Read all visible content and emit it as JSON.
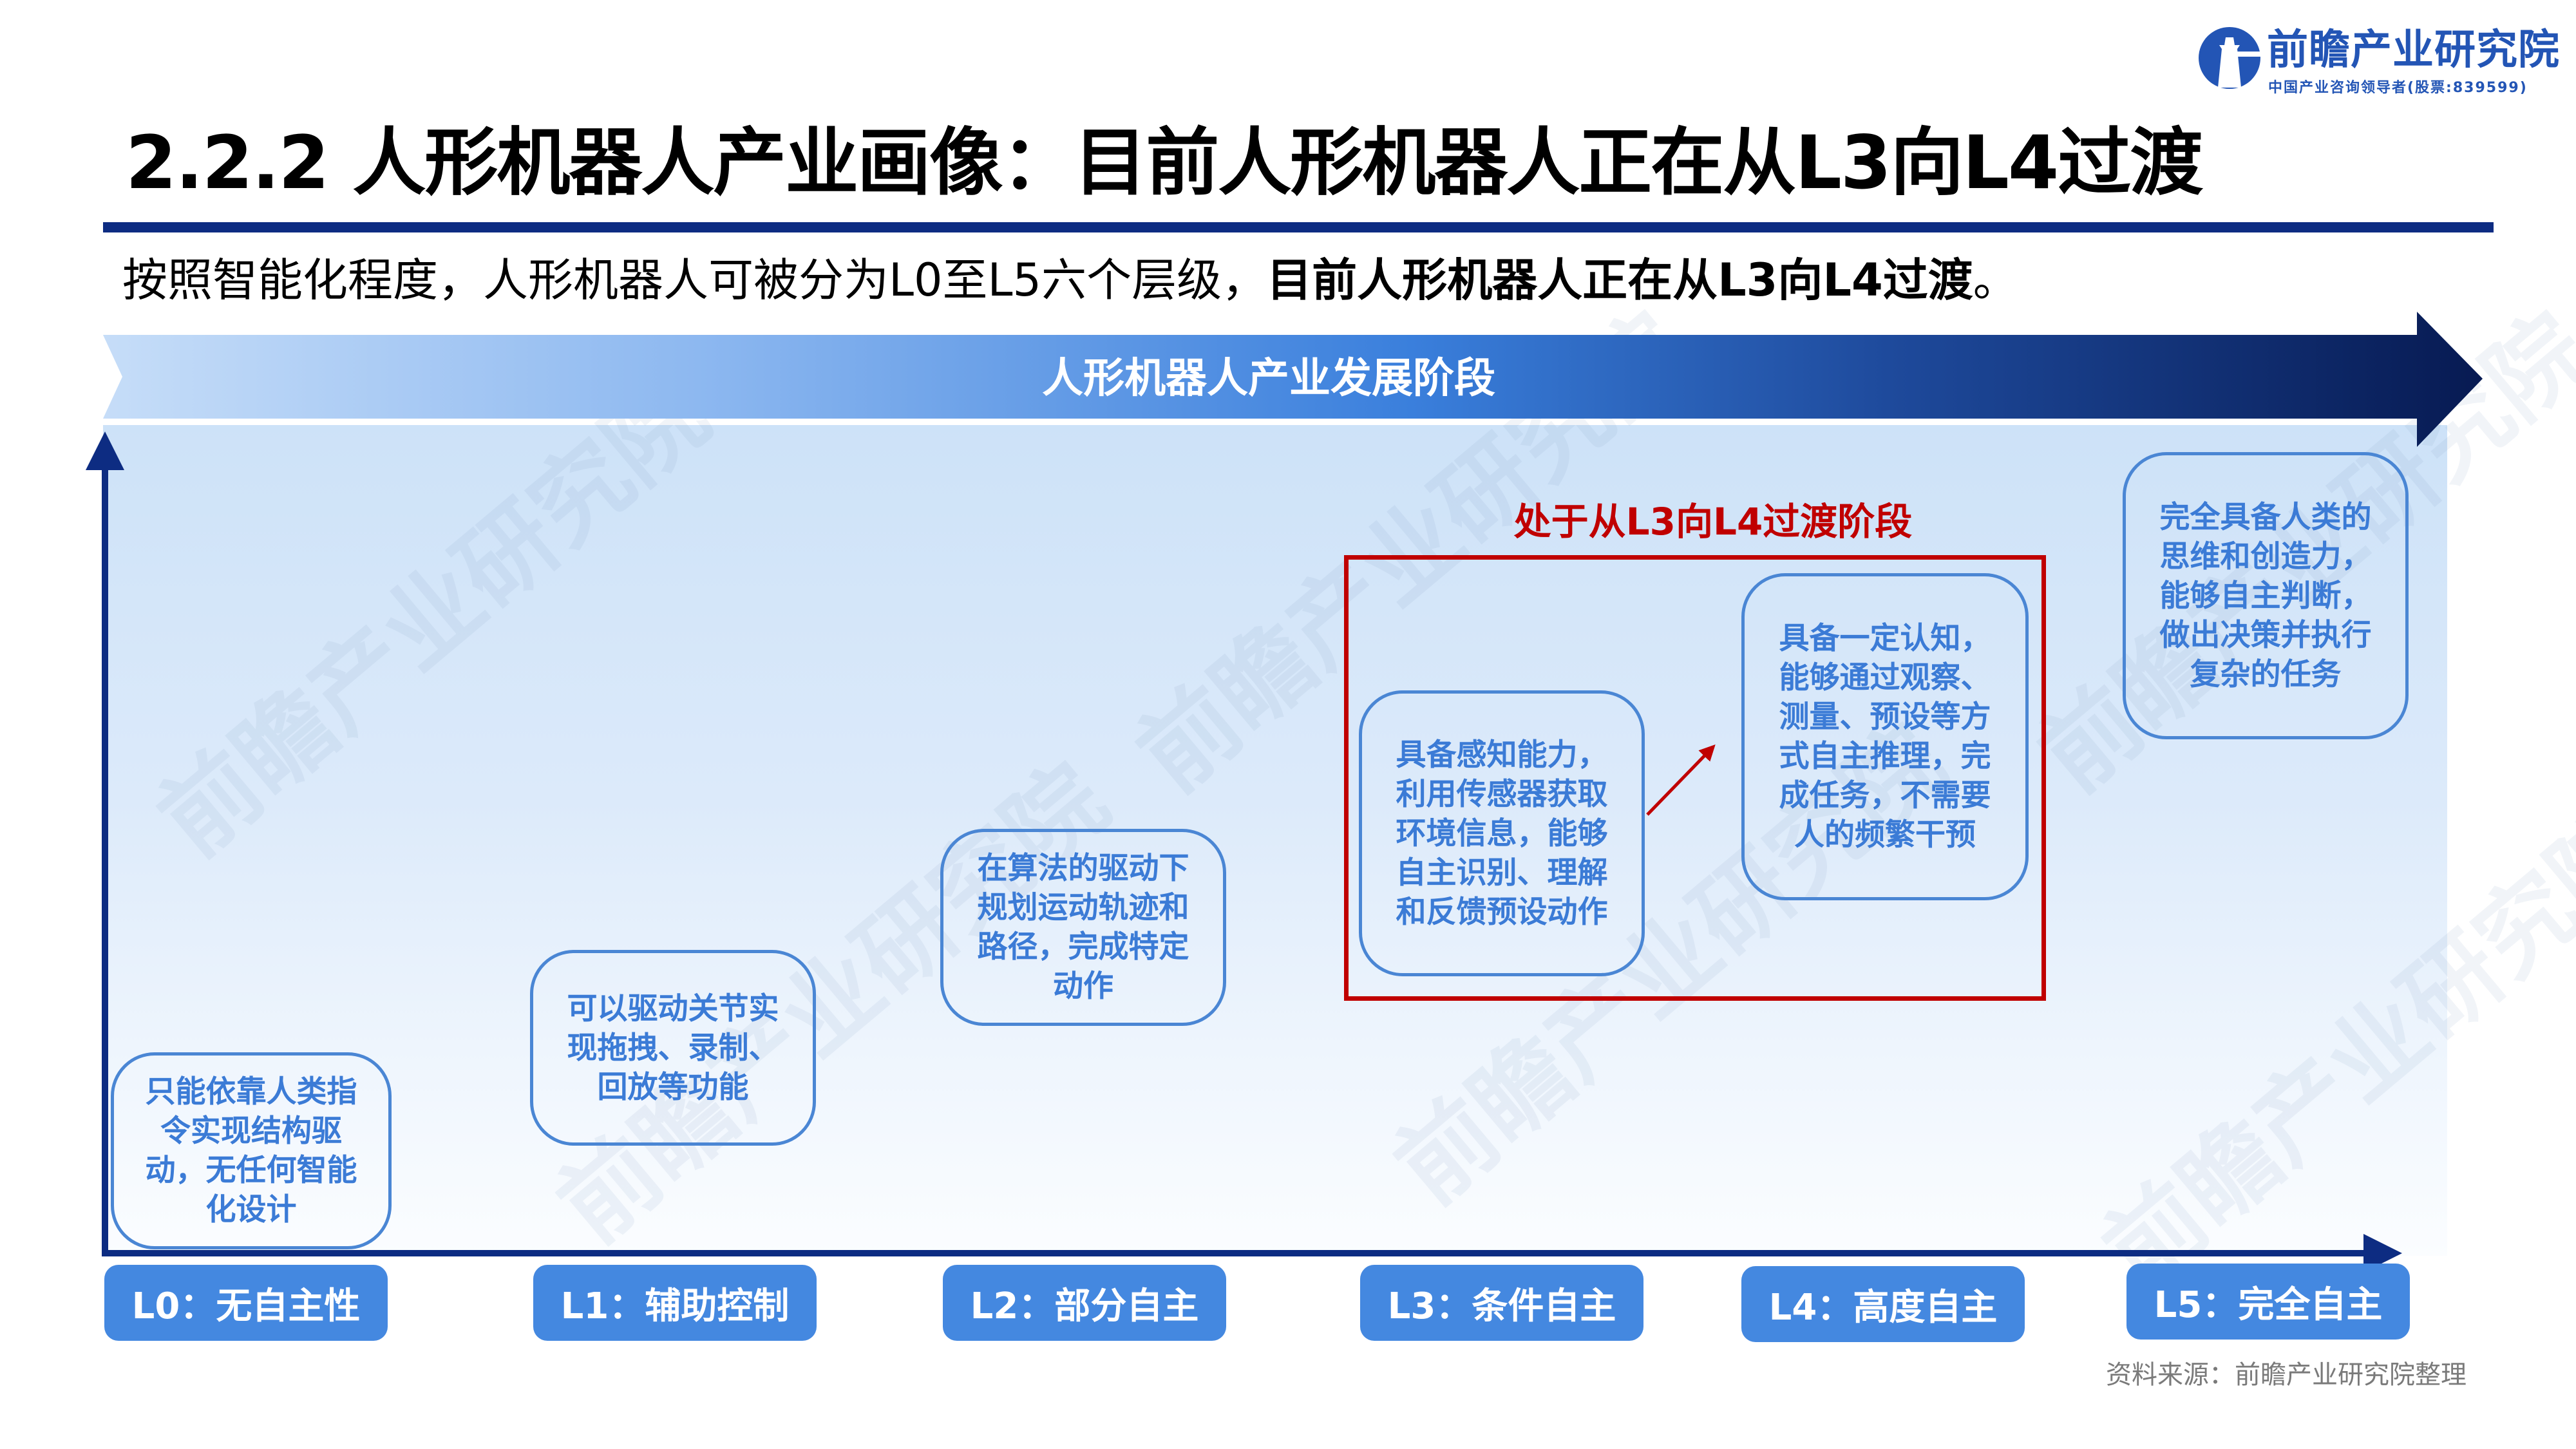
{
  "logo": {
    "name": "前瞻产业研究院",
    "tagline": "中国产业咨询领导者(股票:839599)",
    "icon": "lighthouse-logo-icon",
    "color": "#2355b5"
  },
  "header": {
    "title": "2.2.2 人形机器人产业画像：目前人形机器人正在从L3向L4过渡",
    "rule_color": "#0d2c82"
  },
  "subtitle": {
    "normal": "按照智能化程度，人形机器人可被分为L0至L5六个层级，",
    "bold": "目前人形机器人正在从L3向L4过渡",
    "end": "。"
  },
  "banner": {
    "label": "人形机器人产业发展阶段",
    "gradient_start": "#c6ddf8",
    "gradient_mid": "#3a7fdc",
    "gradient_end": "#071a52"
  },
  "diagram": {
    "axis_color": "#0d2c82",
    "box_border_color": "#4a86d4",
    "box_text_color": "#3b7bd6",
    "highlight": {
      "label": "处于从L3向L4过渡阶段",
      "color": "#c00000"
    },
    "levels": [
      {
        "code": "L0",
        "label": "L0：无自主性",
        "description": "只能依靠人类指令实现结构驱动，无任何智能化设计"
      },
      {
        "code": "L1",
        "label": "L1：辅助控制",
        "description": "可以驱动关节实现拖拽、录制、回放等功能"
      },
      {
        "code": "L2",
        "label": "L2：部分自主",
        "description": "在算法的驱动下规划运动轨迹和路径，完成特定动作"
      },
      {
        "code": "L3",
        "label": "L3：条件自主",
        "description": "具备感知能力，利用传感器获取环境信息，能够自主识别、理解和反馈预设动作"
      },
      {
        "code": "L4",
        "label": "L4：高度自主",
        "description": "具备一定认知，能够通过观察、测量、预设等方式自主推理，完成任务，不需要人的频繁干预"
      },
      {
        "code": "L5",
        "label": "L5：完全自主",
        "description": "完全具备人类的思维和创造力，能够自主判断，做出决策并执行复杂的任务"
      }
    ],
    "pill_color": "#4488e0"
  },
  "source": "资料来源：前瞻产业研究院整理"
}
